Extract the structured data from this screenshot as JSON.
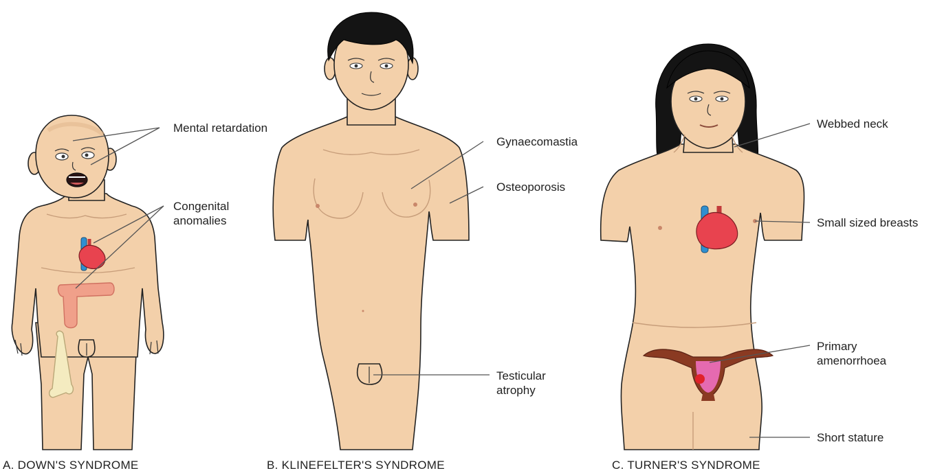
{
  "panels": {
    "downs": {
      "caption": "A. DOWN'S SYNDROME",
      "labels": {
        "mental": "Mental retardation",
        "congenital": "Congenital\nanomalies"
      }
    },
    "klinefelter": {
      "caption": "B. KLINEFELTER'S SYNDROME",
      "labels": {
        "gynaecomastia": "Gynaecomastia",
        "osteoporosis": "Osteoporosis",
        "testicular": "Testicular\natrophy"
      }
    },
    "turner": {
      "caption": "C. TURNER'S SYNDROME",
      "labels": {
        "webbed": "Webbed neck",
        "breasts": "Small sized breasts",
        "amenorrhoea": "Primary\namenorrhoea",
        "stature": "Short stature"
      }
    }
  },
  "colors": {
    "skin": "#f3d0aa",
    "hair": "#141414",
    "heart": "#e8434f",
    "vessel": "#2f8fd0",
    "intestine": "#f0a08a",
    "bone": "#f4ebc0",
    "uterus": "#8a3a22"
  }
}
